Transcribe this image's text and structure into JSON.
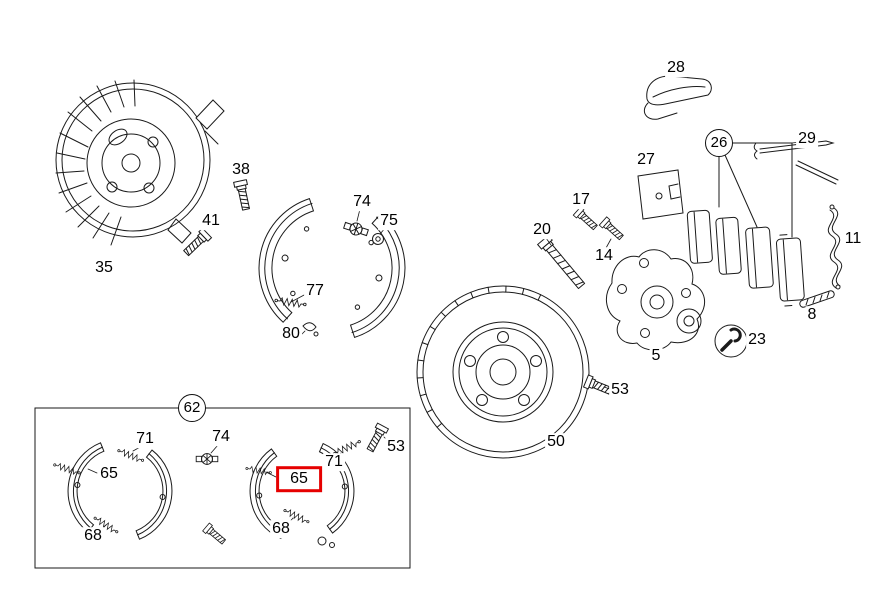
{
  "figure": {
    "kind": "exploded-parts-diagram",
    "subject": "disc brake and parking brake shoe assembly",
    "colors": {
      "line": "#1a1a1a",
      "background": "#ffffff",
      "highlight_box": "#e60000"
    }
  },
  "labels": {
    "n35": "35",
    "n38": "38",
    "n41": "41",
    "n74a": "74",
    "n75": "75",
    "n77": "77",
    "n80": "80",
    "n28": "28",
    "n26": "26",
    "n29": "29",
    "n27": "27",
    "n17": "17",
    "n20": "20",
    "n14": "14",
    "n11": "11",
    "n8": "8",
    "n23": "23",
    "n5": "5",
    "n53a": "53",
    "n50": "50",
    "n62": "62",
    "n71a": "71",
    "n74b": "74",
    "n65a": "65",
    "n68a": "68",
    "n53b": "53",
    "n71b": "71",
    "n65b": "65",
    "n68b": "68"
  },
  "highlight": {
    "part": "65",
    "style": "red-box"
  },
  "grouped_callouts": [
    "26",
    "62"
  ]
}
